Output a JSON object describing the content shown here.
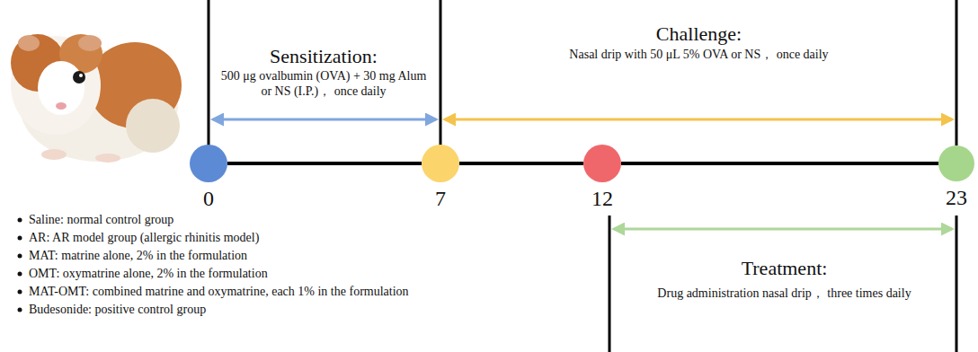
{
  "diagram": {
    "nodes": [
      {
        "text": [
          "0"
        ]
      },
      {
        "text": [
          "7"
        ]
      },
      {
        "text": [
          "12"
        ]
      },
      {
        "text": [
          "23"
        ]
      }
    ],
    "edges": [
      {
        "from": 0,
        "to": 1,
        "arrow": "none"
      },
      {
        "from": 1,
        "to": 2,
        "arrow": "none"
      },
      {
        "from": 2,
        "to": 3,
        "arrow": "none"
      }
    ],
    "labels": [
      "Sensitization:",
      "500 μg ovalbumin (OVA) + 30 mg Alum or NS (I.P.)， once daily",
      "Challenge:",
      "Nasal drip with 50 μL 5% OVA or NS， once daily",
      "Treatment:",
      "Drug administration nasal drip， three times  daily",
      "Saline: normal control group",
      "AR: AR model group (allergic rhinitis model)",
      "MAT: matrine alone, 2% in the formulation",
      "OMT: oxymatrine alone, 2% in the formulation",
      "MAT-OMT: combined matrine and oxymatrine, each 1% in the formulation",
      "Budesonide: positive control group"
    ]
  }
}
